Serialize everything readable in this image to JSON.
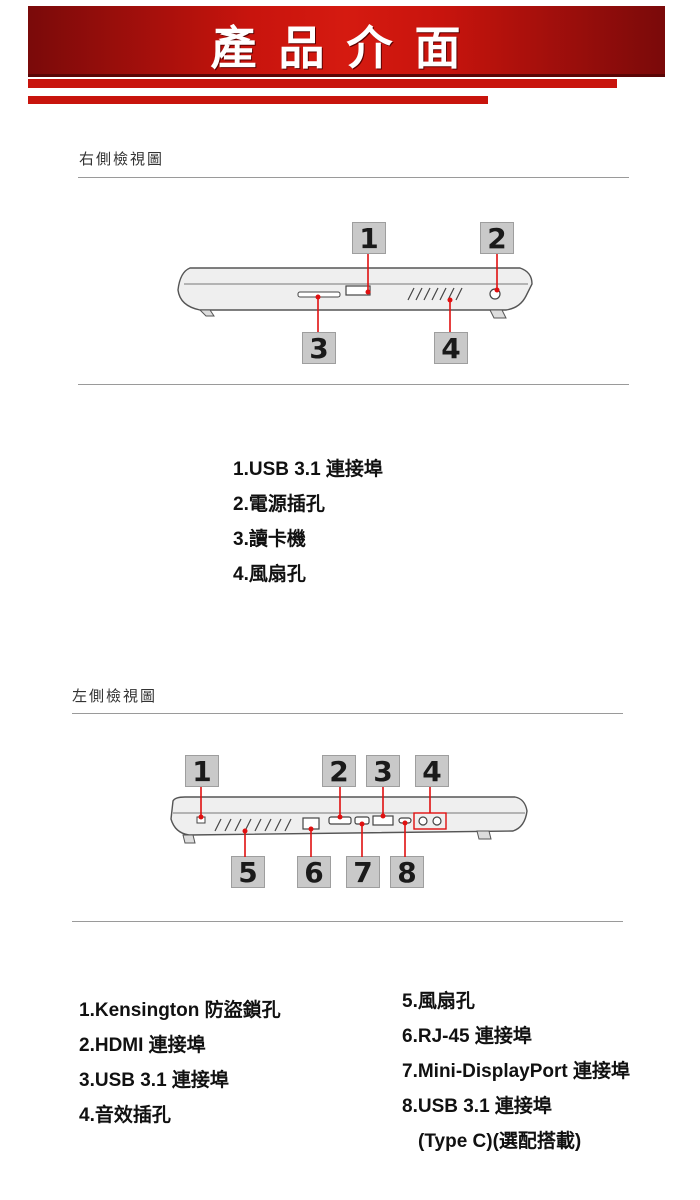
{
  "header": {
    "title": "產品介面"
  },
  "right_view": {
    "title": "右側檢視圖",
    "callouts": [
      "1",
      "2",
      "3",
      "4"
    ],
    "items": [
      "1.USB 3.1 連接埠",
      "2.電源插孔",
      "3.讀卡機",
      "4.風扇孔"
    ]
  },
  "left_view": {
    "title": "左側檢視圖",
    "callouts": [
      "1",
      "2",
      "3",
      "4",
      "5",
      "6",
      "7",
      "8"
    ],
    "items_col1": [
      "1.Kensington 防盜鎖孔",
      "2.HDMI 連接埠",
      "3.USB 3.1 連接埠",
      "4.音效插孔"
    ],
    "items_col2": [
      "5.風扇孔",
      "6.RJ-45 連接埠",
      "7.Mini-DisplayPort 連接埠",
      "8.USB 3.1 連接埠",
      "(Type C)(選配搭載)"
    ]
  },
  "colors": {
    "accent": "#c8140d",
    "dark_red": "#7a0a0a",
    "callout_bg": "#c9c9c9",
    "marker": "#e01010"
  }
}
